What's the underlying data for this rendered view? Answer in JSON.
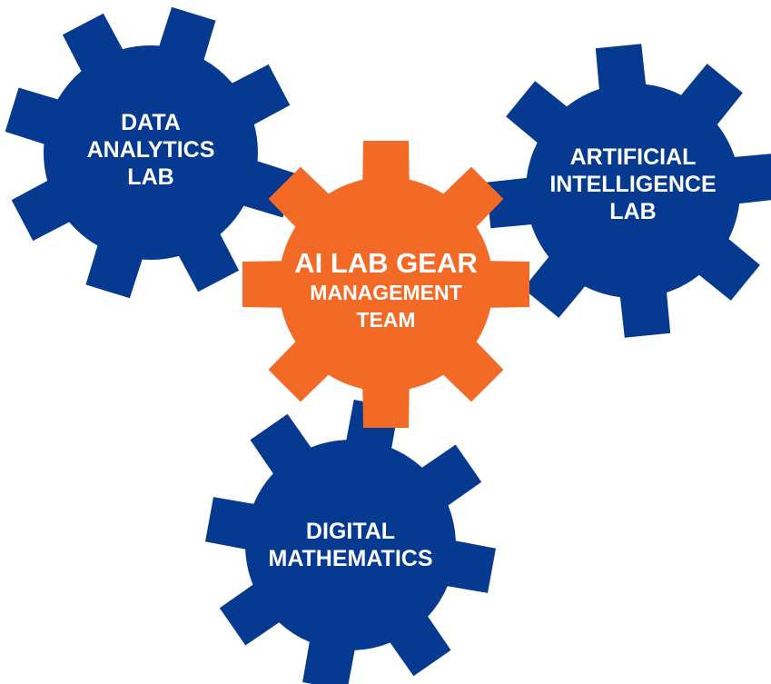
{
  "colors": {
    "blue_gear": "#063a91",
    "orange_gear": "#f26a26",
    "text": "#ffffff"
  },
  "gears": {
    "top_left": {
      "icon": "gear-icon",
      "lines": [
        "DATA",
        "ANALYTICS",
        "LAB"
      ]
    },
    "right": {
      "icon": "gear-icon",
      "lines": [
        "ARTIFICIAL",
        "INTELLIGENCE",
        "LAB"
      ]
    },
    "center": {
      "icon": "gear-icon",
      "title": "AI LAB GEAR",
      "lines": [
        "MANAGEMENT",
        "TEAM"
      ]
    },
    "bottom": {
      "icon": "gear-icon",
      "lines": [
        "DIGITAL",
        "MATHEMATICS"
      ]
    }
  }
}
